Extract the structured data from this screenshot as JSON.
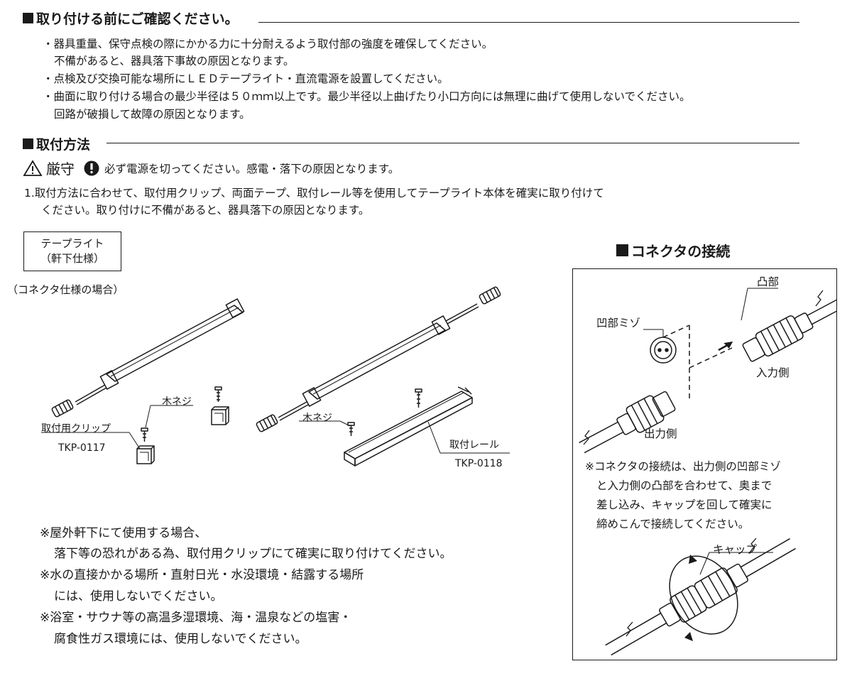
{
  "precheck": {
    "title": "取り付ける前にご確認ください。",
    "items": [
      "・器具重量、保守点検の際にかかる力に十分耐えるよう取付部の強度を確保してください。",
      "不備があると、器具落下事故の原因となります。",
      "・点検及び交換可能な場所にＬＥＤテープライト・直流電源を設置してください。",
      "・曲面に取り付ける場合の最少半径は５０ｍｍ以上です。最少半径以上曲げたり小口方向には無理に曲げて使用しないでください。",
      "回路が破損して故障の原因となります。"
    ]
  },
  "method": {
    "title": "取付方法",
    "warning_label": "厳守",
    "warning_text": "必ず電源を切ってください。感電・落下の原因となります。",
    "step1_line1": "1.取付方法に合わせて、取付用クリップ、両面テープ、取付レール等を使用してテープライト本体を確実に取り付けて",
    "step1_line2": "ください。取り付けに不備があると、器具落下の原因となります。"
  },
  "product": {
    "box_line1": "テープライト",
    "box_line2": "（軒下仕様）",
    "connector_spec": "（コネクタ仕様の場合）"
  },
  "diagram": {
    "screw_label": "木ネジ",
    "clip_label": "取付用クリップ",
    "clip_code": "TKP-0117",
    "rail_label": "取付レール",
    "rail_code": "TKP-0118"
  },
  "notes": [
    "※屋外軒下にて使用する場合、",
    "落下等の恐れがある為、取付用クリップにて確実に取り付けてください。",
    "※水の直接かかる場所・直射日光・水没環境・結露する場所",
    "には、使用しないでください。",
    "※浴室・サウナ等の高温多湿環境、海・温泉などの塩害・",
    "腐食性ガス環境には、使用しないでください。"
  ],
  "connector": {
    "title": "コネクタの接続",
    "groove_label": "凹部ミゾ",
    "convex_label": "凸部",
    "input_label": "入力側",
    "output_label": "出力側",
    "note_lines": [
      "※コネクタの接続は、出力側の凹部ミゾ",
      "と入力側の凸部を合わせて、奥まで",
      "差し込み、キャップを回して確実に",
      "締めこんで接続してください。"
    ],
    "cap_label": "キャップ"
  }
}
